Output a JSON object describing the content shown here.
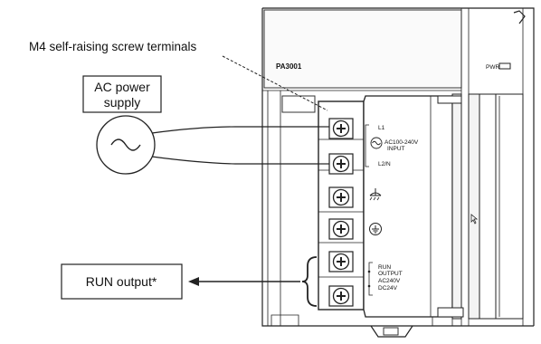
{
  "diagram": {
    "callout_terminals": "M4 self-raising screw terminals",
    "ac_supply_line1": "AC power",
    "ac_supply_line2": "supply",
    "run_output_box": "RUN output*",
    "model_label": "PA3001",
    "pwr_label": "PWR",
    "terminal_labels": {
      "l1": "L1",
      "ac_input_line1": "AC100-240V",
      "ac_input_line2": "INPUT",
      "l2n": "L2/N",
      "run_line1": "RUN",
      "run_line2": "OUTPUT",
      "run_line3": "AC240V",
      "run_line4": "DC24V"
    },
    "icons": [
      "ac-source-symbol",
      "ground-symbol",
      "functional-ground-symbol",
      "screw-terminal"
    ]
  }
}
